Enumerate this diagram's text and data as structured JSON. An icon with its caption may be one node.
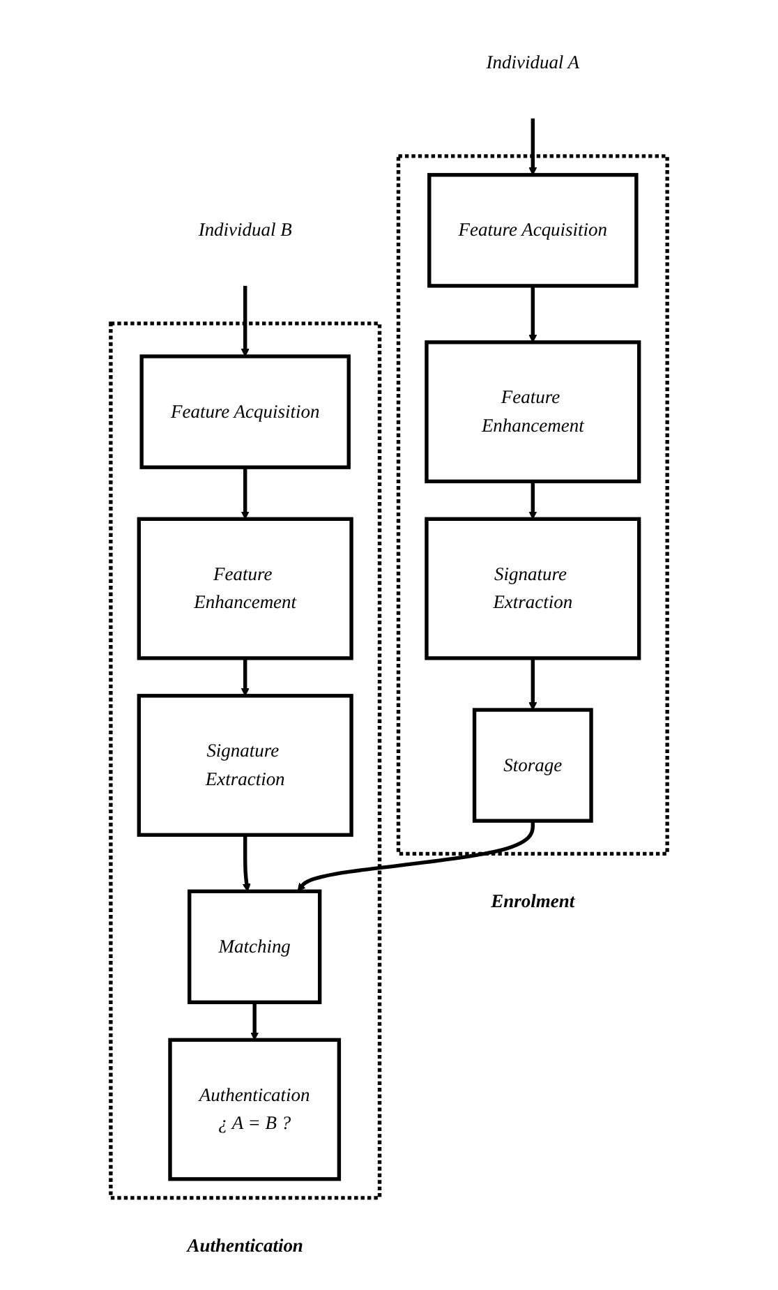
{
  "diagram": {
    "nodes": [
      {
        "text": [
          "Individual A"
        ]
      },
      {
        "text": [
          "Individual B"
        ]
      },
      {
        "text": [
          "Enrolment"
        ]
      },
      {
        "text": [
          "Feature Acquisition"
        ],
        "in": 2
      },
      {
        "text": [
          "Feature Enhancement"
        ],
        "in": 2
      },
      {
        "text": [
          "Signature Extraction"
        ],
        "in": 2
      },
      {
        "text": [
          "Storage"
        ],
        "in": 2
      },
      {
        "text": [
          "Authentication"
        ]
      },
      {
        "text": [
          "Feature Acquisition"
        ],
        "in": 7
      },
      {
        "text": [
          "Feature Enhancement"
        ],
        "in": 7
      },
      {
        "text": [
          "Signature Extraction"
        ],
        "in": 7
      },
      {
        "text": [
          "Matching"
        ],
        "in": 7
      },
      {
        "text": [
          "Authentication",
          "¿ A = B ?"
        ],
        "in": 7
      }
    ],
    "edges": [
      {
        "from": 0,
        "to": 3,
        "arrow": "to"
      },
      {
        "from": 3,
        "to": 4,
        "arrow": "to"
      },
      {
        "from": 4,
        "to": 5,
        "arrow": "to"
      },
      {
        "from": 5,
        "to": 6,
        "arrow": "to"
      },
      {
        "from": 1,
        "to": 8,
        "arrow": "to"
      },
      {
        "from": 8,
        "to": 9,
        "arrow": "to"
      },
      {
        "from": 9,
        "to": 10,
        "arrow": "to"
      },
      {
        "from": 10,
        "to": 11,
        "arrow": "to"
      },
      {
        "from": 6,
        "to": 11,
        "arrow": "to"
      },
      {
        "from": 11,
        "to": 12,
        "arrow": "to"
      }
    ]
  }
}
